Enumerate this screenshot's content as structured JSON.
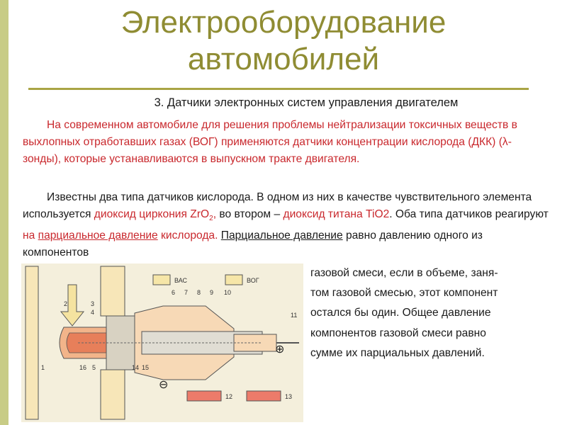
{
  "slide": {
    "title_line1": "Электрооборудование",
    "title_line2": "автомобилей",
    "subtitle": "3. Датчики электронных систем управления двигателем",
    "para1": "На современном автомобиле для решения проблемы нейтрализации токсичных веществ в выхлопных отработавших газах (ВОГ) применяются датчики концентрации кислорода (ДКК) (λ-зонды), которые устанавливаются в выпускном тракте двигателя.",
    "para2": {
      "p1": "Известны два типа датчиков кислорода. В одном из них в качестве чувствительного элемента используется ",
      "zr_red": "диоксид циркония ZrO",
      "zr_sub": "2",
      "zr_comma": ",",
      "p2": " во втором – ",
      "ti_red": "диоксид титана TiO2",
      "p3": ". Оба типа датчиков реагируют ",
      "na_red": "на ",
      "pd_red_u": "парциальное давление",
      "kis_red": " кислорода.",
      "sp": " ",
      "pd_u": "Парциальное давление",
      "p4": " равно давлению одного из компонентов"
    },
    "wrap_lines": [
      "газовой смеси, если в объеме, заня-",
      "том газовой смесью, этот компонент",
      "остался бы один. Общее давление",
      "компонентов газовой смеси равно",
      "сумме их парциальных давлений."
    ]
  },
  "diagram": {
    "label_vac": "ВАС",
    "label_vog": "ВОГ",
    "numbers": [
      "2",
      "3",
      "4",
      "6",
      "7",
      "8",
      "9",
      "10",
      "11",
      "1",
      "16",
      "5",
      "14",
      "15",
      "12",
      "13"
    ],
    "plus": "⊕",
    "minus": "⊖"
  },
  "colors": {
    "title": "#8f8c33",
    "accent_red": "#c9282d",
    "rule": "#a9a445"
  }
}
